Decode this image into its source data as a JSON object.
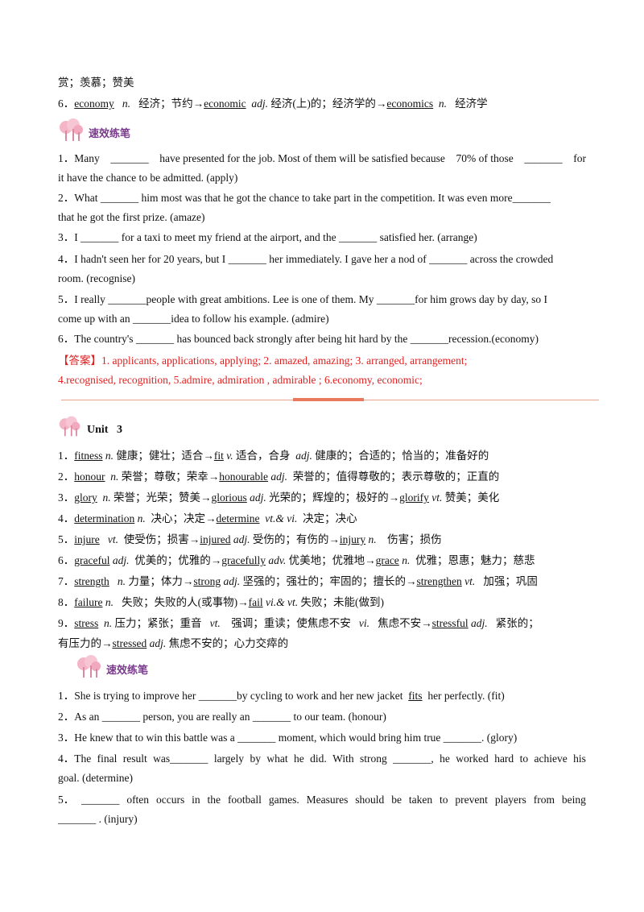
{
  "vocab_prev": {
    "line_top": "赏；羡慕；赞美",
    "item6": {
      "num": "6．",
      "w1": "economy",
      "p1": "n.",
      "d1": "经济；节约→",
      "w2": "economic",
      "p2": "adj.",
      "d2": "经济(上)的；经济学的→",
      "w3": "economics",
      "p3": "n.",
      "d3": "经济学"
    }
  },
  "section_label": "速效练笔",
  "exercise1": [
    [
      "1．Many",
      "_______",
      "have presented for the job. Most of them will be satisfied because",
      "70% of those",
      "_______",
      "for"
    ],
    "it have the chance to be admitted. (apply)",
    "2．What _______ him most was that he got the chance to take part in the competition. It was even more_______",
    "that he got the first prize. (amaze)",
    "3．I _______ for a taxi to meet my friend at the airport, and the _______ satisfied her. (arrange)",
    "4．I hadn't seen her for 20 years, but I _______ her immediately. I gave her a nod of _______ across the crowded",
    "room. (recognise)",
    "5．I really _______people with great ambitions. Lee is one of them. My _______for him grows day by day, so I",
    "come up with an _______idea to follow his example. (admire)",
    "6．The country's _______ has bounced back strongly after being hit hard by the _______recession.(economy)"
  ],
  "answer1": {
    "line1": "【答案】1. applicants, applications, applying;   2. amazed, amazing;   3. arranged, arrangement;",
    "line2": "4.recognised, recognition,      5.admire, admiration , admirable ;      6.economy, economic;"
  },
  "unit": {
    "label": "Unit",
    "number": "3"
  },
  "vocab_unit3": [
    {
      "num": "1．",
      "parts": [
        [
          "u",
          "fitness"
        ],
        [
          "i",
          " n. "
        ],
        [
          "t",
          "健康；健壮；适合→"
        ],
        [
          "u",
          "fit"
        ],
        [
          "i",
          " v. "
        ],
        [
          "t",
          "适合，合身"
        ],
        [
          "i",
          "  adj. "
        ],
        [
          "t",
          "健康的；合适的；恰当的；准备好的"
        ]
      ]
    },
    {
      "num": "2．",
      "parts": [
        [
          "u",
          "honour"
        ],
        [
          "i",
          "  n. "
        ],
        [
          "t",
          "荣誉；尊敬；荣幸→"
        ],
        [
          "u",
          "honourable"
        ],
        [
          "i",
          " adj. "
        ],
        [
          "t",
          " 荣誉的；值得尊敬的；表示尊敬的；正直的"
        ]
      ]
    },
    {
      "num": "3．",
      "parts": [
        [
          "u",
          "glory"
        ],
        [
          "i",
          "  n. "
        ],
        [
          "t",
          "荣誉；光荣；赞美→"
        ],
        [
          "u",
          "glorious"
        ],
        [
          "i",
          " adj. "
        ],
        [
          "t",
          "光荣的；辉煌的；极好的→"
        ],
        [
          "u",
          "glorify"
        ],
        [
          "i",
          " vt. "
        ],
        [
          "t",
          "赞美；美化"
        ]
      ]
    },
    {
      "num": "4．",
      "parts": [
        [
          "u",
          "determination"
        ],
        [
          "i",
          " n. "
        ],
        [
          "t",
          " 决心；决定→"
        ],
        [
          "u",
          "determine"
        ],
        [
          "i",
          "  vt.& vi. "
        ],
        [
          "t",
          " 决定；决心"
        ]
      ]
    },
    {
      "num": "5．",
      "parts": [
        [
          "u",
          "injure"
        ],
        [
          "i",
          "   vt. "
        ],
        [
          "t",
          " 使受伤；损害→"
        ],
        [
          "u",
          "injured"
        ],
        [
          "i",
          " adj. "
        ],
        [
          "t",
          "受伤的；有伤的→"
        ],
        [
          "u",
          "injury"
        ],
        [
          "i",
          " n. "
        ],
        [
          "t",
          "   伤害；损伤"
        ]
      ]
    },
    {
      "num": "6．",
      "parts": [
        [
          "u",
          "graceful"
        ],
        [
          "i",
          " adj. "
        ],
        [
          "t",
          " 优美的；优雅的→"
        ],
        [
          "u",
          "gracefully"
        ],
        [
          "i",
          " adv. "
        ],
        [
          "t",
          "优美地；优雅地→"
        ],
        [
          "u",
          "grace"
        ],
        [
          "i",
          " n. "
        ],
        [
          "t",
          " 优雅；恩惠；魅力；慈悲"
        ]
      ]
    },
    {
      "num": "7．",
      "parts": [
        [
          "u",
          "strength"
        ],
        [
          "i",
          "   n. "
        ],
        [
          "t",
          "力量；体力→"
        ],
        [
          "u",
          "strong"
        ],
        [
          "i",
          " adj. "
        ],
        [
          "t",
          "坚强的；强壮的；牢固的；擅长的→"
        ],
        [
          "u",
          "strengthen"
        ],
        [
          "i",
          " vt. "
        ],
        [
          "t",
          "  加强；巩固"
        ]
      ]
    },
    {
      "num": "8．",
      "parts": [
        [
          "u",
          "failure"
        ],
        [
          "i",
          " n. "
        ],
        [
          "t",
          "  失败；失败的人(或事物)→"
        ],
        [
          "u",
          "fail"
        ],
        [
          "i",
          " vi.& vt. "
        ],
        [
          "t",
          "失败；未能(做到)"
        ]
      ]
    },
    {
      "num": "9．",
      "parts": [
        [
          "u",
          "stress"
        ],
        [
          "i",
          "  n. "
        ],
        [
          "t",
          "压力；紧张；重音"
        ],
        [
          "i",
          "   vt. "
        ],
        [
          "t",
          "   强调；重读；使焦虑不安"
        ],
        [
          "i",
          "   vi. "
        ],
        [
          "t",
          "  焦虑不安→"
        ],
        [
          "u",
          "stressful"
        ],
        [
          "i",
          " adj. "
        ],
        [
          "t",
          "  紧张的；"
        ]
      ]
    },
    {
      "num": "",
      "parts": [
        [
          "t",
          "有压力的→"
        ],
        [
          "u",
          "stressed"
        ],
        [
          "i",
          " adj. "
        ],
        [
          "t",
          "焦虑不安的；心力交瘁的"
        ]
      ]
    }
  ],
  "exercise2": {
    "l1": "1．She is trying to improve her _______by cycling to work and her new jacket",
    "l1_fits": "fits",
    "l1_end": "her perfectly. (fit)",
    "l2": "2．As an _______ person, you are really an _______ to our team. (honour)",
    "l3": "3．He knew that to win this battle was a _______ moment, which would bring him true _______. (glory)",
    "l4": [
      "4．The",
      "final",
      "result",
      "was_______",
      "largely",
      "by",
      "what",
      "he",
      "did.",
      "With",
      "strong",
      "_______,",
      "he",
      "worked",
      "hard",
      "to",
      "achieve",
      "his"
    ],
    "l4b": "goal. (determine)",
    "l5": [
      "5．",
      "_______",
      "often",
      "occurs",
      "in",
      "the",
      "football",
      "games.",
      "Measures",
      "should",
      "be",
      "taken",
      "to",
      "prevent",
      "players",
      "from",
      "being"
    ],
    "l5b": "_______ . (injury)"
  }
}
